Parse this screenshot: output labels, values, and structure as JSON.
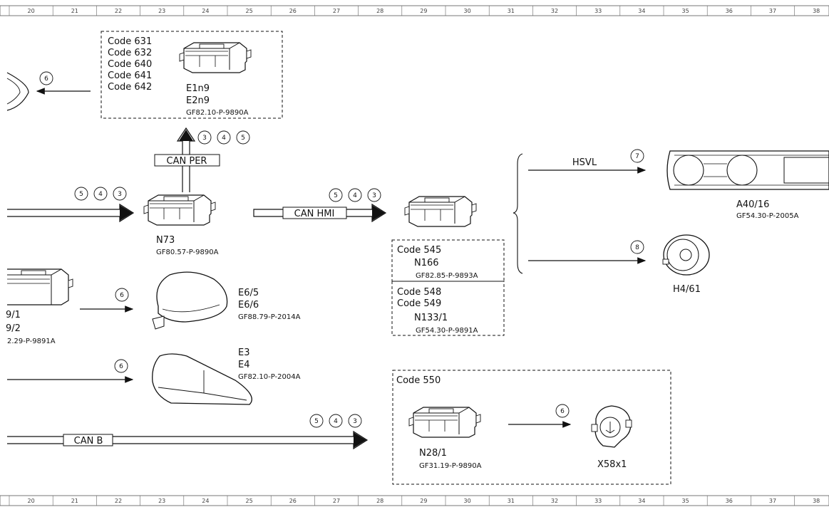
{
  "ruler": {
    "ticks": [
      "20",
      "21",
      "22",
      "23",
      "24",
      "25",
      "26",
      "27",
      "28",
      "29",
      "30",
      "31",
      "32",
      "33",
      "34",
      "35",
      "36",
      "37",
      "38"
    ]
  },
  "components": {
    "e1n9": {
      "codes": [
        "Code 631",
        "Code 632",
        "Code 640",
        "Code 641",
        "Code 642"
      ],
      "name1": "E1n9",
      "name2": "E2n9",
      "ref": "GF82.10-P-9890A"
    },
    "n73": {
      "name": "N73",
      "ref": "GF80.57-P-9890A"
    },
    "n166": {
      "code": "Code 545",
      "name": "N166",
      "ref": "GF82.85-P-9893A"
    },
    "n133": {
      "codes": [
        "Code 548",
        "Code 549"
      ],
      "name": "N133/1",
      "ref": "GF54.30-P-9891A"
    },
    "a40": {
      "name": "A40/16",
      "ref": "GF54.30-P-2005A"
    },
    "h4": {
      "name": "H4/61"
    },
    "mirror": {
      "name1": "E6/5",
      "name2": "E6/6",
      "ref": "GF88.79-P-2014A"
    },
    "lamp": {
      "name1": "E3",
      "name2": "E4",
      "ref": "GF82.10-P-2004A"
    },
    "left_unit": {
      "name1": "9/1",
      "name2": "9/2",
      "ref": "2.29-P-9891A"
    },
    "code550": {
      "code": "Code 550",
      "n28": "N28/1",
      "ref": "GF31.19-P-9890A",
      "x58": "X58x1"
    }
  },
  "buses": {
    "can_per": "CAN PER",
    "can_hmi": "CAN HMI",
    "can_b": "CAN B",
    "hsvl": "HSVL"
  },
  "markers": {
    "m6a": "6",
    "per_3": "3",
    "per_4": "4",
    "per_5": "5",
    "in_5": "5",
    "in_4": "4",
    "in_3": "3",
    "hmi_5": "5",
    "hmi_4": "4",
    "hmi_3": "3",
    "m7": "7",
    "m8": "8",
    "m6b": "6",
    "m6c": "6",
    "canb_5": "5",
    "canb_4": "4",
    "canb_3": "3",
    "m6d": "6"
  }
}
